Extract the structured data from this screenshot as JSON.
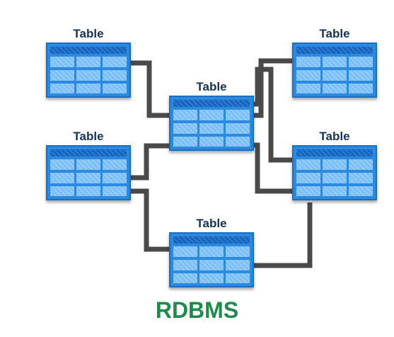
{
  "diagram": {
    "title": "RDBMS",
    "title_color": "#1f8a4c",
    "label_color": "#12325a",
    "table_fill": "#2b8ae0",
    "table_header": "#1565c0",
    "table_cell": "#7cc0f6",
    "connector_color": "#4a4a4a",
    "tables": [
      {
        "label": "Table"
      },
      {
        "label": "Table"
      },
      {
        "label": "Table"
      },
      {
        "label": "Table"
      },
      {
        "label": "Table"
      },
      {
        "label": "Table"
      }
    ]
  }
}
